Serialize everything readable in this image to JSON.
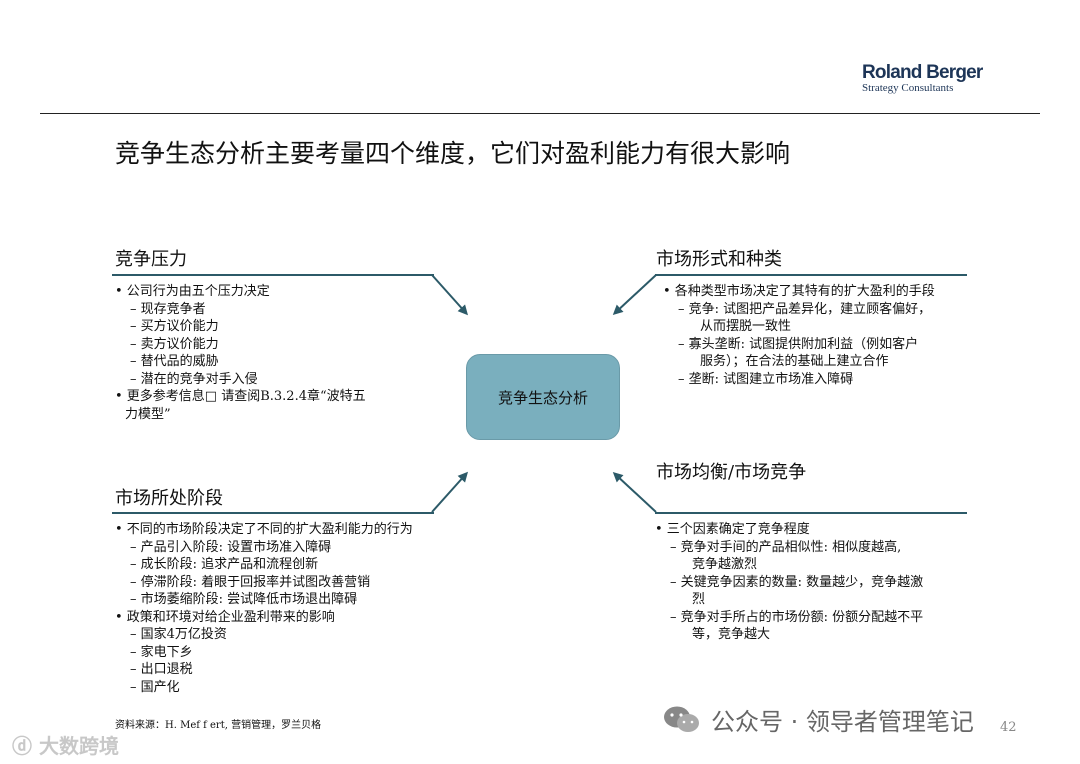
{
  "logo": {
    "main": "Roland Berger",
    "sub": "Strategy Consultants"
  },
  "title": "竞争生态分析主要考量四个维度，它们对盈利能力有很大影响",
  "center_label": "竞争生态分析",
  "top_left": {
    "heading": "竞争压力",
    "lines": [
      "• 公司行为由五个压力决定",
      "– 现存竞争者",
      "– 买方议价能力",
      "– 卖方议价能力",
      "– 替代品的威胁",
      "– 潜在的竞争对手入侵",
      "• 更多参考信息□ 请查阅B.3.2.4章“波特五",
      "力模型”"
    ]
  },
  "top_right": {
    "heading": "市场形式和种类",
    "lines": [
      "• 各种类型市场决定了其特有的扩大盈利的手段",
      "– 竞争: 试图把产品差异化，建立顾客偏好，",
      "从而摆脱一致性",
      "– 寡头垄断: 试图提供附加利益（例如客户",
      "服务）；在合法的基础上建立合作",
      "– 垄断: 试图建立市场准入障碍"
    ]
  },
  "bottom_left": {
    "heading": "市场所处阶段",
    "lines": [
      "• 不同的市场阶段决定了不同的扩大盈利能力的行为",
      "– 产品引入阶段: 设置市场准入障碍",
      "– 成长阶段: 追求产品和流程创新",
      "– 停滞阶段: 着眼于回报率并试图改善营销",
      "– 市场萎缩阶段: 尝试降低市场退出障碍",
      "• 政策和环境对给企业盈利带来的影响",
      "– 国家4万亿投资",
      "– 家电下乡",
      "– 出口退税",
      "– 国产化"
    ]
  },
  "bottom_right": {
    "heading": "市场均衡/市场竞争",
    "lines": [
      "• 三个因素确定了竞争程度",
      "– 竞争对手间的产品相似性: 相似度越高,",
      "竞争越激烈",
      "– 关键竞争因素的数量: 数量越少，竞争越激",
      "烈",
      "– 竞争对手所占的市场份额: 份额分配越不平",
      "等，竞争越大"
    ]
  },
  "source": "资料来源：H. Mef f ert, 营销管理，罗兰贝格",
  "watermark": "公众号 · 领导者管理笔记",
  "page_number": "42",
  "bottom_watermark": "大数跨境",
  "colors": {
    "accent": "#2c5a68",
    "box": "#7aafbe",
    "logo": "#1d3557"
  }
}
